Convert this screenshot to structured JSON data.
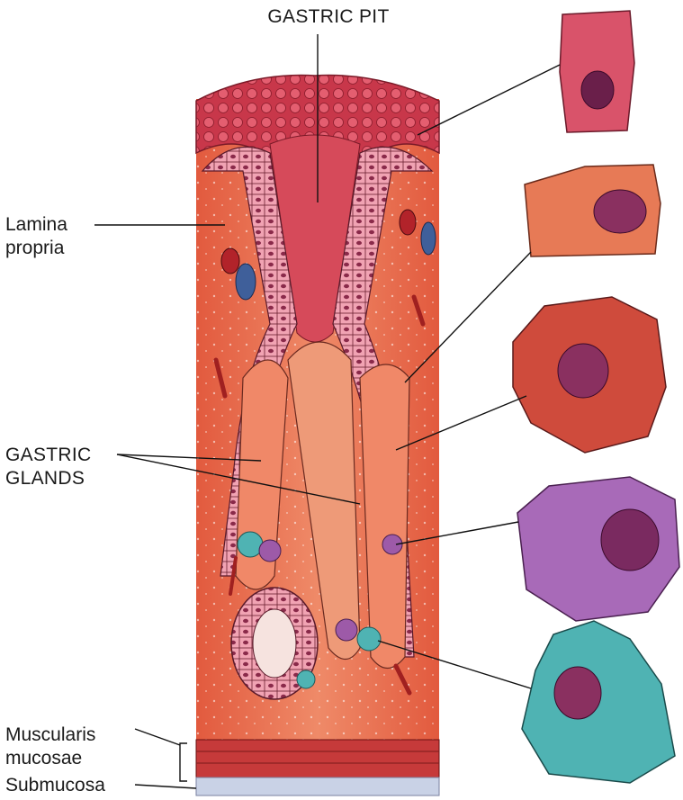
{
  "labels": {
    "gastric_pit": "GASTRIC PIT",
    "lamina_propria_1": "Lamina",
    "lamina_propria_2": "propria",
    "gastric_glands_1": "GASTRIC",
    "gastric_glands_2": "GLANDS",
    "muscularis_1": "Muscularis",
    "muscularis_2": "mucosae",
    "submucosa": "Submucosa"
  },
  "colors": {
    "lamina_propria": "#e86f52",
    "surface_epithelium": "#c8374a",
    "mucous_cell": "#f3b9c2",
    "parietal_cell": "#e48a6a",
    "chief_cell": "#9d5aa8",
    "enteroendocrine_cell": "#4fb3b3",
    "muscularis": "#c63a3a",
    "submucosa": "#c9d2e6"
  }
}
